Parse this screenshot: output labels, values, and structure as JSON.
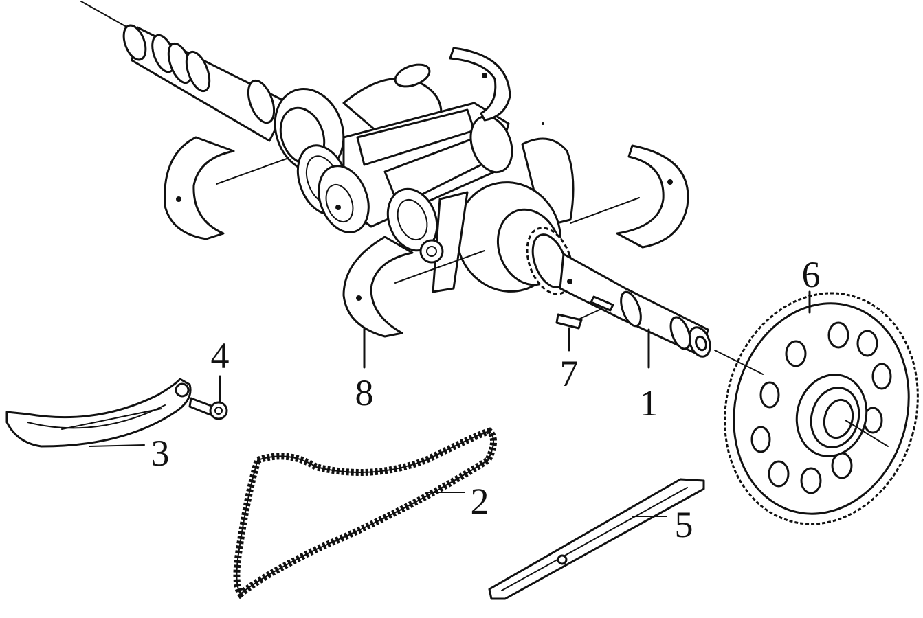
{
  "diagram": {
    "callouts": [
      {
        "id": "1",
        "label": "1"
      },
      {
        "id": "2",
        "label": "2"
      },
      {
        "id": "3",
        "label": "3"
      },
      {
        "id": "4",
        "label": "4"
      },
      {
        "id": "5",
        "label": "5"
      },
      {
        "id": "6",
        "label": "6"
      },
      {
        "id": "7",
        "label": "7"
      },
      {
        "id": "8",
        "label": "8"
      }
    ],
    "colors": {
      "ink": "#111111",
      "paper": "#ffffff"
    }
  }
}
